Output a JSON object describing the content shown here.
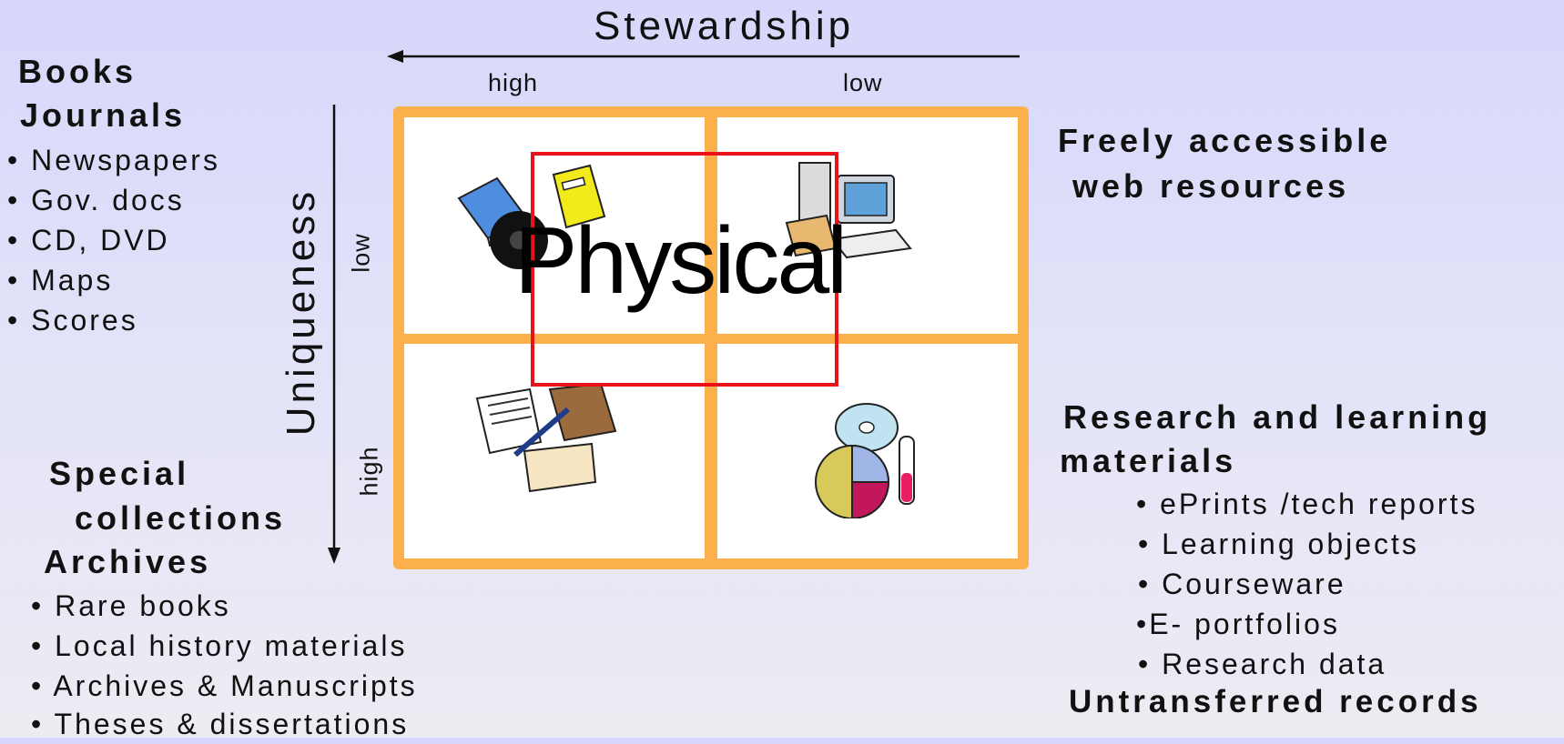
{
  "axes": {
    "x_title": "Stewardship",
    "x_high": "high",
    "x_low": "low",
    "y_title": "Uniqueness",
    "y_low": "low",
    "y_high": "high"
  },
  "overlay_label": "Physical",
  "top_left": {
    "headings": [
      "Books",
      "Journals"
    ],
    "items": [
      "• Newspapers",
      "• Gov. docs",
      "• CD, DVD",
      "• Maps",
      "• Scores"
    ]
  },
  "bottom_left": {
    "headings": [
      "Special",
      "collections",
      "Archives"
    ],
    "items": [
      "• Rare books",
      "•   Local history materials",
      "•   Archives & Manuscripts",
      "•   Theses & dissertations"
    ]
  },
  "top_right": {
    "headings": [
      "Freely  accessible",
      "web resources"
    ]
  },
  "bottom_right": {
    "headings": [
      "Research and learning",
      "materials"
    ],
    "items": [
      "• ePrints /tech reports",
      "•  Learning objects",
      "• Courseware",
      "•E- portfolios",
      "• Research data"
    ],
    "footer": "Untransferred records"
  },
  "colors": {
    "grid_border": "#fcb04c",
    "overlay_box": "#e8121b"
  },
  "icons": [
    "books-icon",
    "computer-icon",
    "documents-icon",
    "research-icon"
  ]
}
